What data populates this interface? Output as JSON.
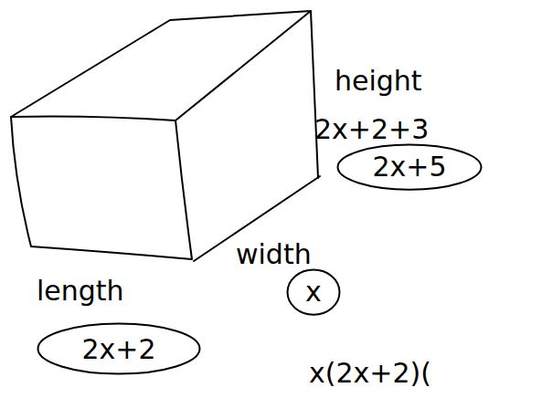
{
  "diagram": {
    "nodes": [
      {
        "text": [
          "2x+5"
        ]
      },
      {
        "text": [
          "x"
        ]
      },
      {
        "text": [
          "2x+2"
        ]
      }
    ],
    "labels": [
      "height",
      "2x+2+3",
      "width",
      "length",
      "x(2x+2)("
    ]
  }
}
